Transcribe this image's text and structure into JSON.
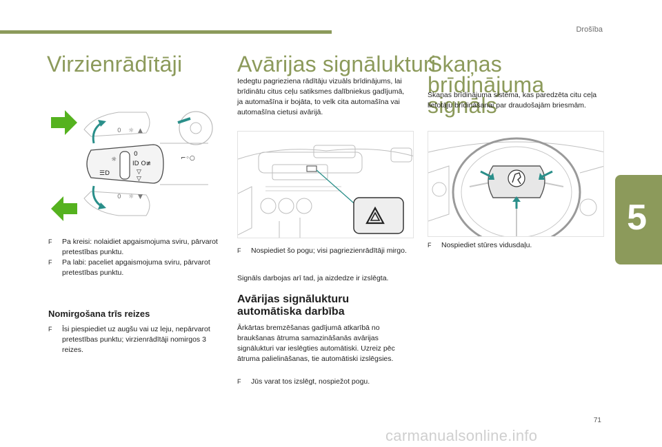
{
  "header": {
    "section": "Drošība"
  },
  "chapter": {
    "number": "5"
  },
  "col1": {
    "title": "Virzienrādītāji",
    "bullets": [
      "Pa kreisi: nolaidiet apgaismojuma sviru, pārvarot pretestības punktu.",
      "Pa labi: paceliet apgaismojuma sviru, pārvarot pretestības punktu."
    ],
    "subheading": "Nomirgošana trīs reizes",
    "sub_bullets": [
      "Īsi piespiediet uz augšu vai uz leju, nepārvarot pretestības punktu; virzienrādītāji nomirgos 3 reizes."
    ]
  },
  "col2": {
    "title": "Avārijas signālukturi",
    "intro": "Iedegtu pagrieziena rādītāju vizuāls brīdinājums, lai brīdinātu citus ceļu satiksmes dalībniekus gadījumā, ja automašīna ir bojāta, to velk cita automašīna vai automašīna cietusi avārijā.",
    "bullets": [
      "Nospiediet šo pogu; visi pagriezienrādītāji mirgo."
    ],
    "note": "Signāls darbojas arī tad, ja aizdedze ir izslēgta.",
    "subheading": "Avārijas signālukturu automātiska darbība",
    "body": "Ārkārtas bremzēšanas gadījumā atkarībā no braukšanas ātruma samazināšanās avārijas signālukturi var ieslēgties automātiski. Uzreiz pēc ātruma palielināšanas, tie automātiski izslēgsies.",
    "bullets2": [
      "Jūs varat tos izslēgt, nospiežot pogu."
    ]
  },
  "col3": {
    "title": "Skaņas brīdinājuma signāls",
    "intro": "Skaņas brīdinājuma sistēma, kas paredzēta citu ceļa lietotāju brīdināšanai par draudošajām briesmām.",
    "bullets": [
      "Nospiediet stūres vidusdaļu."
    ]
  },
  "bullet_glyph": "F",
  "footer": {
    "page": "71",
    "watermark": "carmanualsonline.info"
  },
  "colors": {
    "accent": "#8c9a5b",
    "arrow_green": "#55b21f",
    "arrow_teal": "#2a8f8a"
  },
  "icons": [
    "hazard-warning-icon",
    "peugeot-lion-logo",
    "arrow-icon"
  ]
}
